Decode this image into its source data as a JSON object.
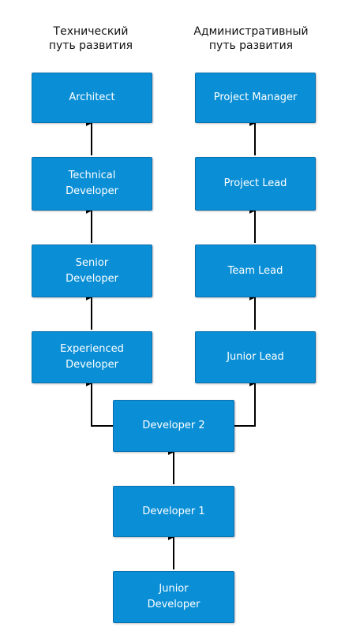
{
  "columns": {
    "technical_title": "Технический\nпуть развития",
    "admin_title": "Административный\nпуть развития"
  },
  "nodes": {
    "architect": "Architect",
    "technical_developer": "Technical\nDeveloper",
    "senior_developer": "Senior\nDeveloper",
    "experienced_developer": "Experienced\nDeveloper",
    "project_manager": "Project Manager",
    "project_lead": "Project Lead",
    "team_lead": "Team Lead",
    "junior_lead": "Junior Lead",
    "developer_2": "Developer 2",
    "developer_1": "Developer 1",
    "junior_developer": "Junior\nDeveloper"
  },
  "colors": {
    "box_fill": "#0a8fd6",
    "box_border": "#0a6fae",
    "box_text": "#ffffff",
    "connector": "#000000"
  }
}
